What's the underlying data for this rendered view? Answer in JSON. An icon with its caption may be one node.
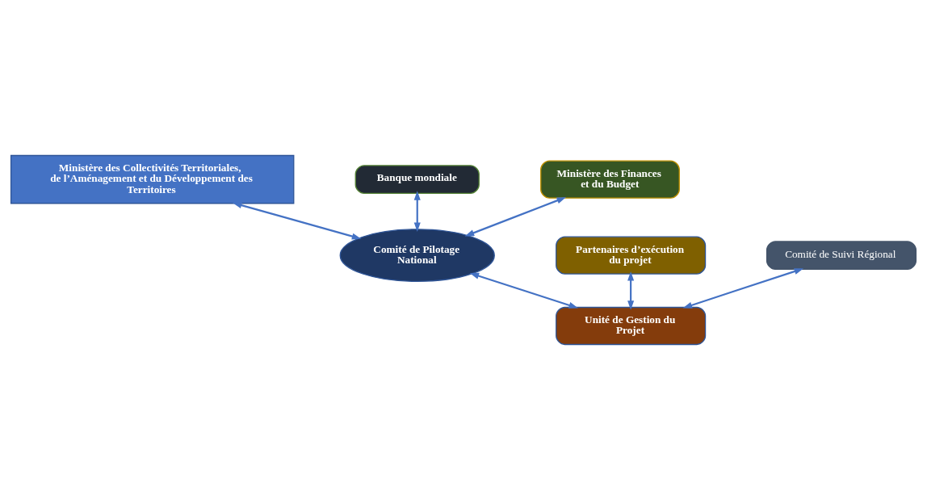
{
  "diagram": {
    "nodes": [
      {
        "text": [
          "Ministère des Collectivités Territoriales, de l’Aménagement et du Développement des Territoires"
        ]
      },
      {
        "text": [
          "Banque mondiale"
        ]
      },
      {
        "text": [
          "Ministère des Finances et du Budget"
        ]
      },
      {
        "text": [
          "Comité de Pilotage National"
        ]
      },
      {
        "text": [
          "Partenaires d’exécution du projet"
        ]
      },
      {
        "text": [
          "Comité de Suivi Régional"
        ]
      },
      {
        "text": [
          "Unité de Gestion du Projet"
        ]
      }
    ],
    "edges": [
      {
        "from": 0,
        "to": 3,
        "arrow": "both"
      },
      {
        "from": 1,
        "to": 3,
        "arrow": "both"
      },
      {
        "from": 2,
        "to": 3,
        "arrow": "both"
      },
      {
        "from": 3,
        "to": 6,
        "arrow": "both"
      },
      {
        "from": 4,
        "to": 6,
        "arrow": "both"
      },
      {
        "from": 5,
        "to": 6,
        "arrow": "both"
      }
    ]
  }
}
